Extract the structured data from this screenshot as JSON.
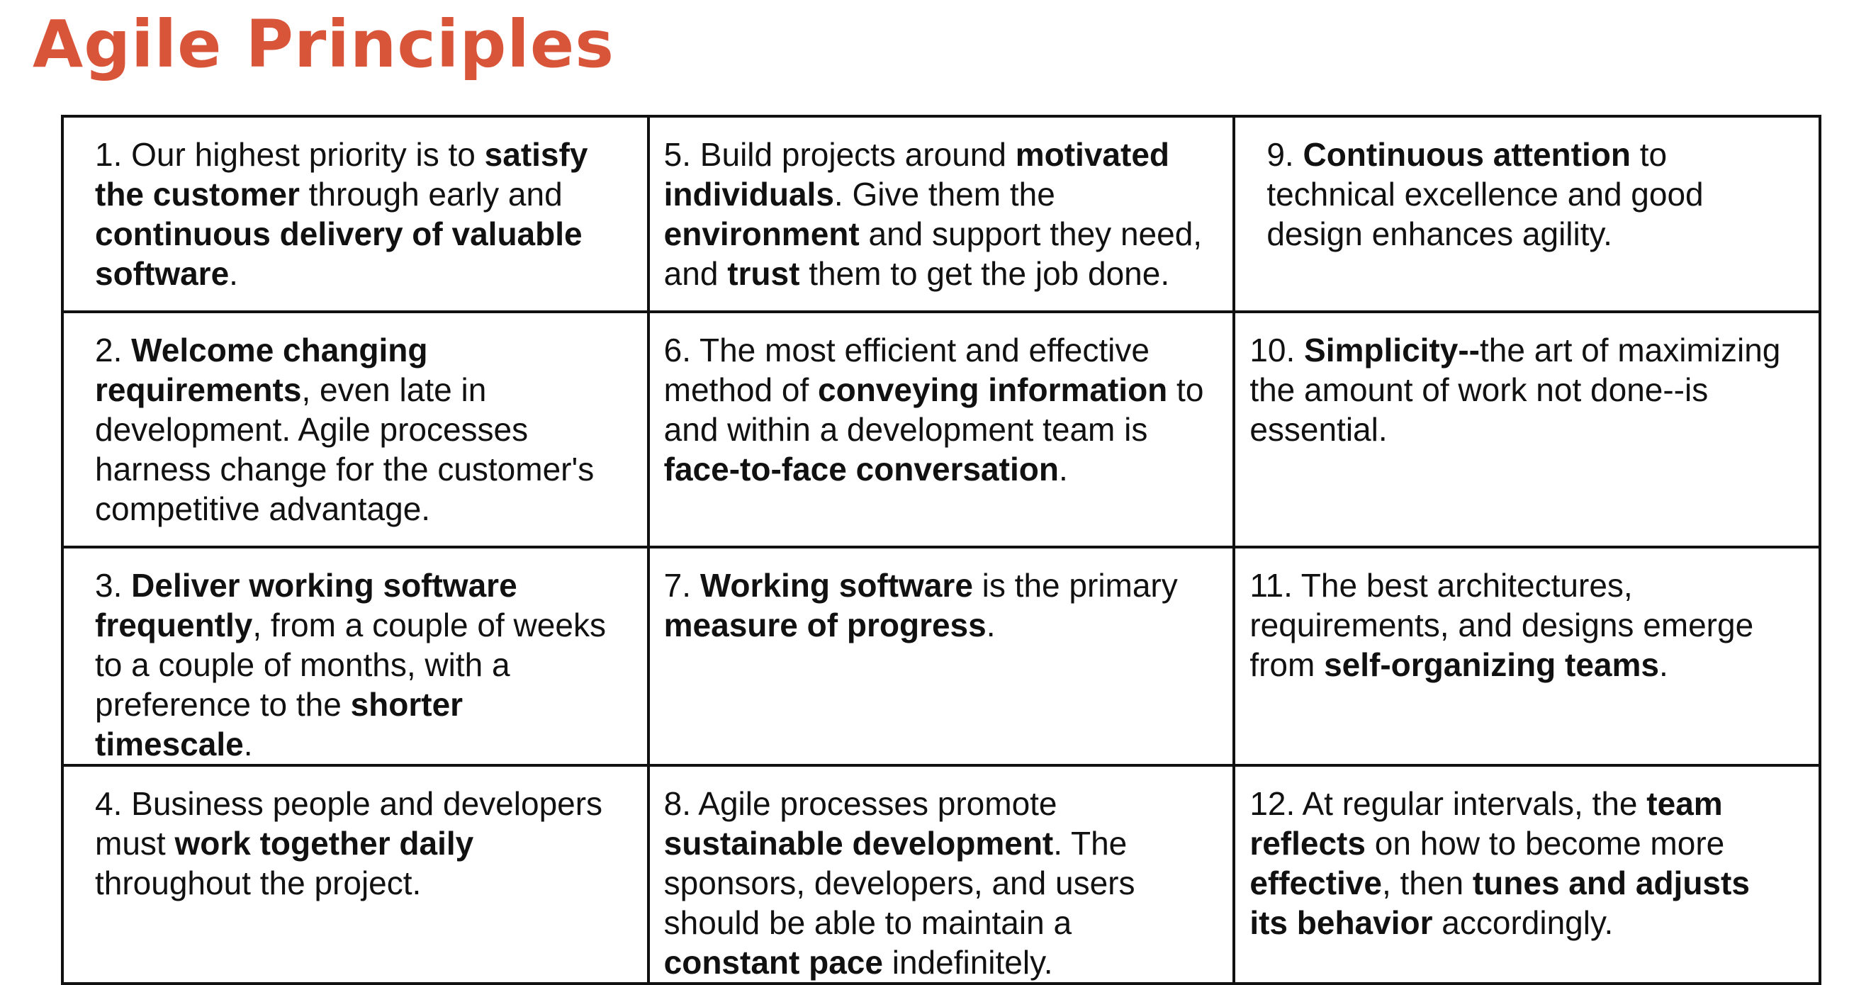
{
  "title": "Agile Principles",
  "colors": {
    "title": "#d9553a",
    "text": "#111111",
    "border": "#111111"
  },
  "principles": [
    {
      "segments": [
        {
          "t": "1. Our highest priority is to ",
          "b": false
        },
        {
          "t": "satisfy the customer",
          "b": true
        },
        {
          "t": " through early and ",
          "b": false
        },
        {
          "t": "continuous delivery of valuable software",
          "b": true
        },
        {
          "t": ".",
          "b": false
        }
      ]
    },
    {
      "segments": [
        {
          "t": "2. ",
          "b": false
        },
        {
          "t": "Welcome changing requirements",
          "b": true
        },
        {
          "t": ", even late in development. Agile processes harness change for the customer's competitive advantage.",
          "b": false
        }
      ]
    },
    {
      "segments": [
        {
          "t": "3. ",
          "b": false
        },
        {
          "t": "Deliver working software frequently",
          "b": true
        },
        {
          "t": ", from a couple of weeks to a couple of months, with a preference to the ",
          "b": false
        },
        {
          "t": "shorter timescale",
          "b": true
        },
        {
          "t": ".",
          "b": false
        }
      ]
    },
    {
      "segments": [
        {
          "t": "4. Business people and developers must ",
          "b": false
        },
        {
          "t": "work together daily",
          "b": true
        },
        {
          "t": " throughout the project.",
          "b": false
        }
      ]
    },
    {
      "segments": [
        {
          "t": "5. Build projects around ",
          "b": false
        },
        {
          "t": "motivated individuals",
          "b": true
        },
        {
          "t": ".  Give them the ",
          "b": false
        },
        {
          "t": "environment",
          "b": true
        },
        {
          "t": " and support they need, and ",
          "b": false
        },
        {
          "t": "trust",
          "b": true
        },
        {
          "t": " them to get the job done.",
          "b": false
        }
      ]
    },
    {
      "segments": [
        {
          "t": "6. The most efficient and effective method of ",
          "b": false
        },
        {
          "t": "conveying information",
          "b": true
        },
        {
          "t": " to and within a development team is ",
          "b": false
        },
        {
          "t": "face-to-face conversation",
          "b": true
        },
        {
          "t": ".",
          "b": false
        }
      ]
    },
    {
      "segments": [
        {
          "t": "7. ",
          "b": false
        },
        {
          "t": "Working software",
          "b": true
        },
        {
          "t": " is the primary ",
          "b": false
        },
        {
          "t": "measure of progress",
          "b": true
        },
        {
          "t": ".",
          "b": false
        }
      ]
    },
    {
      "segments": [
        {
          "t": "8. Agile processes promote ",
          "b": false
        },
        {
          "t": "sustainable development",
          "b": true
        },
        {
          "t": ".  The sponsors, developers, and users should be able to maintain a ",
          "b": false
        },
        {
          "t": "constant pace",
          "b": true
        },
        {
          "t": " indefinitely.",
          "b": false
        }
      ]
    },
    {
      "segments": [
        {
          "t": "9. ",
          "b": false
        },
        {
          "t": "Continuous attention",
          "b": true
        },
        {
          "t": " to technical excellence and good design enhances agility.",
          "b": false
        }
      ]
    },
    {
      "segments": [
        {
          "t": "10. ",
          "b": false
        },
        {
          "t": "Simplicity--",
          "b": true
        },
        {
          "t": "the art of maximizing the amount of work not done--is essential.",
          "b": false
        }
      ]
    },
    {
      "segments": [
        {
          "t": "11. The best architectures, requirements, and designs emerge from ",
          "b": false
        },
        {
          "t": "self-organizing teams",
          "b": true
        },
        {
          "t": ".",
          "b": false
        }
      ]
    },
    {
      "segments": [
        {
          "t": "12. At regular intervals, the ",
          "b": false
        },
        {
          "t": "team reflects",
          "b": true
        },
        {
          "t": " on how to become more ",
          "b": false
        },
        {
          "t": "effective",
          "b": true
        },
        {
          "t": ", then ",
          "b": false
        },
        {
          "t": "tunes and adjusts its behavior",
          "b": true
        },
        {
          "t": " accordingly.",
          "b": false
        }
      ]
    }
  ]
}
